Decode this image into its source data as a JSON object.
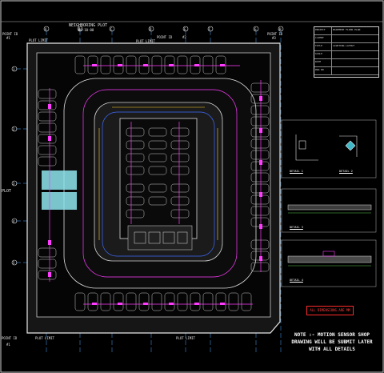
{
  "drawing": {
    "header_plot": "NEIGHBORING PLOT",
    "header_plot_no": "00-10-00",
    "plot_limit": "PLOT LIMIT",
    "point_id_left": "POINT ID",
    "point_id_left_no": "#1",
    "point_id_right": "POINT ID",
    "point_id_right_no": "#3",
    "point_id_top": "POINT ID",
    "point_id_top_no": "#2",
    "point_id_bottom_left": "POINT ID",
    "point_id_bottom_left_no": "#1",
    "plot_side": "PLOT",
    "grid_letters": [
      "A",
      "B",
      "C",
      "D",
      "E",
      "F",
      "G",
      "H"
    ],
    "grid_numbers": [
      "1",
      "2",
      "3",
      "4",
      "5"
    ]
  },
  "title_block": {
    "rows": [
      {
        "k": "PROJECT",
        "v": "BASEMENT FLOOR PLAN"
      },
      {
        "k": "CLIENT",
        "v": ""
      },
      {
        "k": "TITLE",
        "v": "LIGHTING LAYOUT"
      },
      {
        "k": "SCALE",
        "v": ""
      },
      {
        "k": "DATE",
        "v": ""
      },
      {
        "k": "DWG NO",
        "v": ""
      }
    ]
  },
  "details": {
    "detail1_caption": "DETAIL 1",
    "detail2_caption": "DETAIL 2",
    "detail3_caption": "DETAIL 3",
    "detail4_caption": "DETAIL 4"
  },
  "dimensions_note": "ALL DIMENSIONS ARE MM",
  "note": "NOTE :- MOTION SENSOR SHOP DRAWING WILL BE SUBMIT LATER WITH ALL DETAILS"
}
